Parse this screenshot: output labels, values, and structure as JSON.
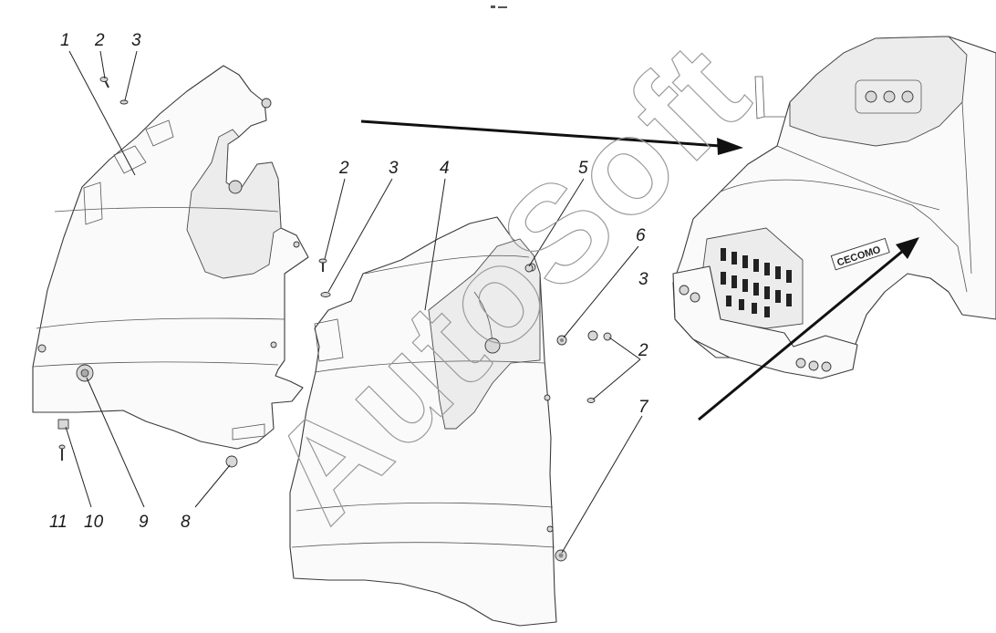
{
  "watermark": "AutoSoft",
  "callouts": [
    {
      "id": "c1",
      "text": "1"
    },
    {
      "id": "c2a",
      "text": "2"
    },
    {
      "id": "c3a",
      "text": "3"
    },
    {
      "id": "c2b",
      "text": "2"
    },
    {
      "id": "c3b",
      "text": "3"
    },
    {
      "id": "c4",
      "text": "4"
    },
    {
      "id": "c5",
      "text": "5"
    },
    {
      "id": "c6",
      "text": "6"
    },
    {
      "id": "c3c",
      "text": "3"
    },
    {
      "id": "c2c",
      "text": "2"
    },
    {
      "id": "c7",
      "text": "7"
    },
    {
      "id": "c8",
      "text": "8"
    },
    {
      "id": "c9",
      "text": "9"
    },
    {
      "id": "c10",
      "text": "10"
    },
    {
      "id": "c11",
      "text": "11"
    }
  ],
  "truck_badge": "CECOMO"
}
